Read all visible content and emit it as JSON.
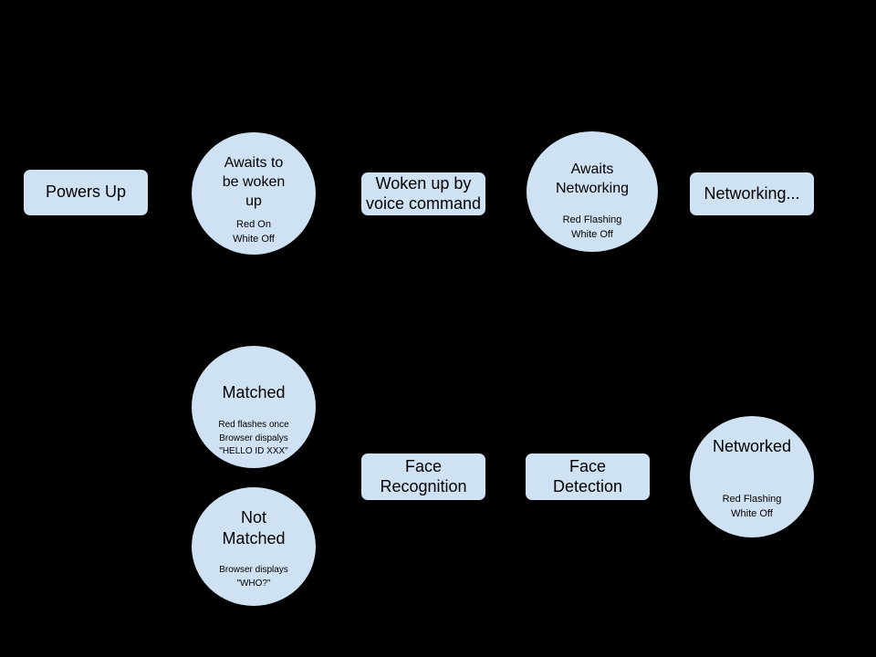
{
  "canvas": {
    "background": "#000000"
  },
  "theme": {
    "node_fill": "#cfe2f3",
    "node_border": "#000000",
    "text_color": "#000000"
  },
  "diagram": {
    "type": "flowchart",
    "nodes": [
      {
        "id": "powers-up",
        "shape": "rounded-rect",
        "label": "Powers Up"
      },
      {
        "id": "awaits-wake",
        "shape": "circle",
        "label": "Awaits to\nbe woken\nup",
        "sublabel": "Red On\nWhite Off"
      },
      {
        "id": "woken-by-voice",
        "shape": "rounded-rect",
        "label": "Woken up by\nvoice command"
      },
      {
        "id": "awaits-networking",
        "shape": "circle",
        "label": "Awaits\nNetworking",
        "sublabel": "Red Flashing\nWhite Off"
      },
      {
        "id": "networking",
        "shape": "rounded-rect",
        "label": "Networking..."
      },
      {
        "id": "matched",
        "shape": "circle",
        "label": "Matched",
        "sublabel": "Red flashes once\nBrowser dispalys\n\"HELLO ID XXX\""
      },
      {
        "id": "not-matched",
        "shape": "circle",
        "label": "Not\nMatched",
        "sublabel": "Browser displays\n\"WHO?\""
      },
      {
        "id": "face-recognition",
        "shape": "rounded-rect",
        "label": "Face\nRecognition"
      },
      {
        "id": "face-detection",
        "shape": "rounded-rect",
        "label": "Face\nDetection"
      },
      {
        "id": "networked",
        "shape": "circle",
        "label": "Networked",
        "sublabel": "Red Flashing\nWhite Off"
      }
    ]
  }
}
